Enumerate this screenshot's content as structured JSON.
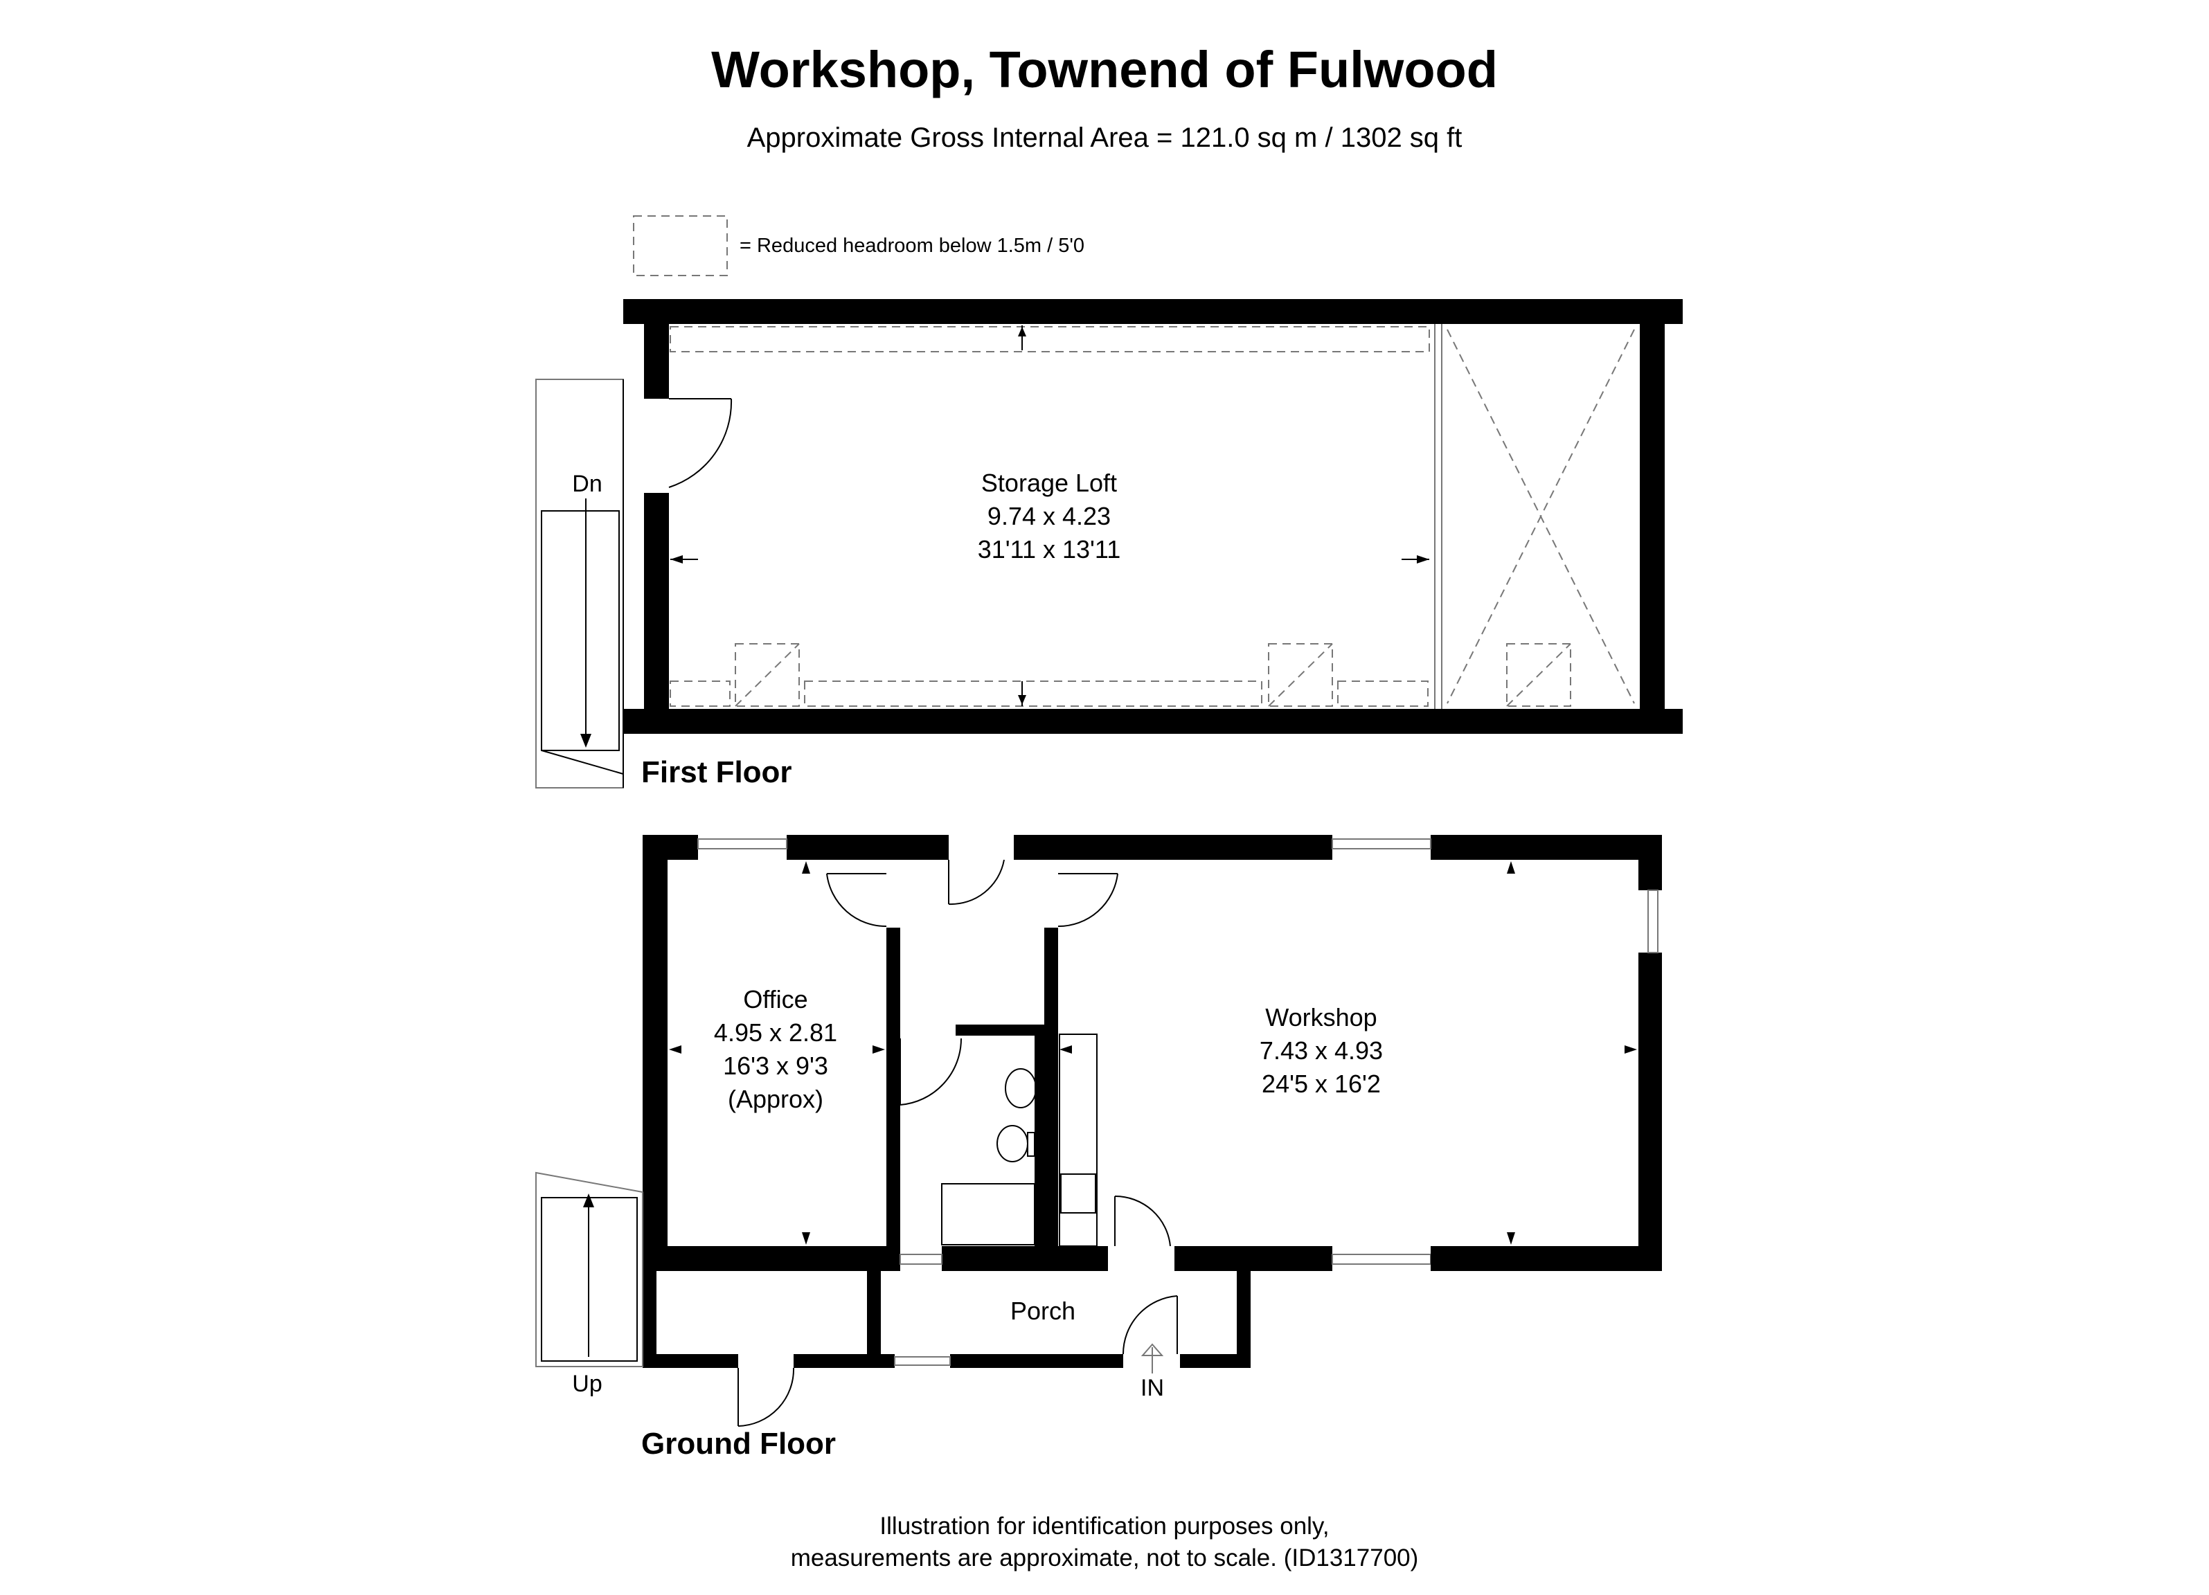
{
  "header": {
    "title": "Workshop, Townend of Fulwood",
    "subtitle": "Approximate Gross Internal Area = 121.0 sq m / 1302 sq ft"
  },
  "legend": {
    "text": "= Reduced headroom below 1.5m / 5'0"
  },
  "first_floor": {
    "label": "First Floor",
    "stairs_label": "Dn",
    "rooms": [
      {
        "name": "Storage Loft",
        "metric": "9.74 x 4.23",
        "imperial": "31'11 x 13'11"
      }
    ]
  },
  "ground_floor": {
    "label": "Ground Floor",
    "stairs_label": "Up",
    "entrance_label": "IN",
    "rooms": [
      {
        "name": "Office",
        "metric": "4.95 x 2.81",
        "imperial": "16'3 x 9'3",
        "note": "(Approx)"
      },
      {
        "name": "Workshop",
        "metric": "7.43 x 4.93",
        "imperial": "24'5 x 16'2"
      },
      {
        "name": "Porch"
      }
    ]
  },
  "footer": {
    "line1": "Illustration for identification purposes only,",
    "line2": "measurements are approximate, not to scale. (ID1317700)"
  }
}
